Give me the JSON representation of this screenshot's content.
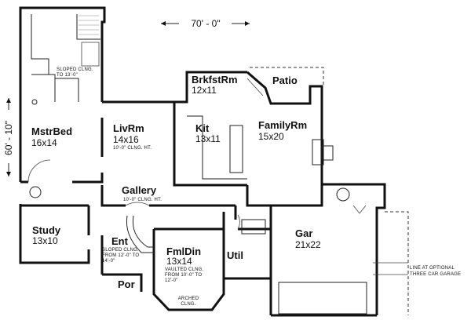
{
  "dimensions": {
    "width": "70' - 0\"",
    "depth": "60' - 10\""
  },
  "rooms": [
    {
      "id": "mstrbed",
      "name": "MstrBed",
      "size": "16x14"
    },
    {
      "id": "livrm",
      "name": "LivRm",
      "size": "14x16",
      "note": "10'-0\" CLNG. HT."
    },
    {
      "id": "kit",
      "name": "Kit",
      "size": "13x11"
    },
    {
      "id": "brkfstrm",
      "name": "BrkfstRm",
      "size": "12x11"
    },
    {
      "id": "patio",
      "name": "Patio"
    },
    {
      "id": "familyrm",
      "name": "FamilyRm",
      "size": "15x20"
    },
    {
      "id": "gallery",
      "name": "Gallery",
      "note": "10'-0\" CLNG. HT."
    },
    {
      "id": "study",
      "name": "Study",
      "size": "13x10"
    },
    {
      "id": "ent",
      "name": "Ent",
      "note": [
        "SLOPED CLNG.",
        "FROM 12'-0\" TO",
        "14'-0\""
      ]
    },
    {
      "id": "fmldin",
      "name": "FmlDin",
      "size": "13x14",
      "note": [
        "VAULTED CLNG.",
        "FROM 10'-0\" TO",
        "12'-0\""
      ]
    },
    {
      "id": "util",
      "name": "Util"
    },
    {
      "id": "gar",
      "name": "Gar",
      "size": "21x22"
    },
    {
      "id": "por",
      "name": "Por"
    }
  ],
  "notes": {
    "bath_ceiling": [
      "SLOPED CLNG.",
      "TO 13'-0\""
    ],
    "arched": [
      "ARCHED",
      "CLNG."
    ],
    "optional_garage": [
      "LINE AT OPTIONAL",
      "THREE CAR GARAGE"
    ]
  }
}
